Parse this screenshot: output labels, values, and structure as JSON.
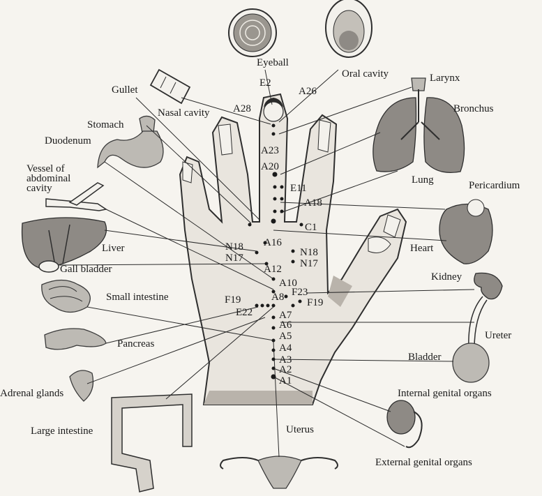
{
  "organs": {
    "eyeball": "Eyeball",
    "oral_cavity": "Oral cavity",
    "larynx": "Larynx",
    "bronchus": "Bronchus",
    "gullet": "Gullet",
    "nasal_cavity": "Nasal cavity",
    "stomach": "Stomach",
    "duodenum": "Duodenum",
    "vessel_1": "Vessel of",
    "vessel_2": "abdominal",
    "vessel_3": "cavity",
    "lung": "Lung",
    "pericardium": "Pericardium",
    "liver": "Liver",
    "gall_bladder": "Gall bladder",
    "heart": "Heart",
    "kidney": "Kidney",
    "small_intestine": "Small intestine",
    "ureter": "Ureter",
    "pancreas": "Pancreas",
    "bladder": "Bladder",
    "adrenal_glands": "Adrenal glands",
    "internal_genital": "Internal genital organs",
    "large_intestine": "Large intestine",
    "uterus": "Uterus",
    "external_genital": "External genital organs"
  },
  "points": {
    "e2": "E2",
    "a26": "A26",
    "a28": "A28",
    "a23": "A23",
    "a20": "A20",
    "e11": "E11",
    "a18": "A18",
    "c1": "C1",
    "a16": "A16",
    "n18_left": "N18",
    "n17_left": "N17",
    "n18_right": "N18",
    "n17_right": "N17",
    "a12": "A12",
    "a10": "A10",
    "a8": "A8",
    "f23": "F23",
    "f19_left": "F19",
    "f19_right": "F19",
    "e22": "E22",
    "a7": "A7",
    "a6": "A6",
    "a5": "A5",
    "a4": "A4",
    "a3": "A3",
    "a2": "A2",
    "a1": "A1"
  }
}
